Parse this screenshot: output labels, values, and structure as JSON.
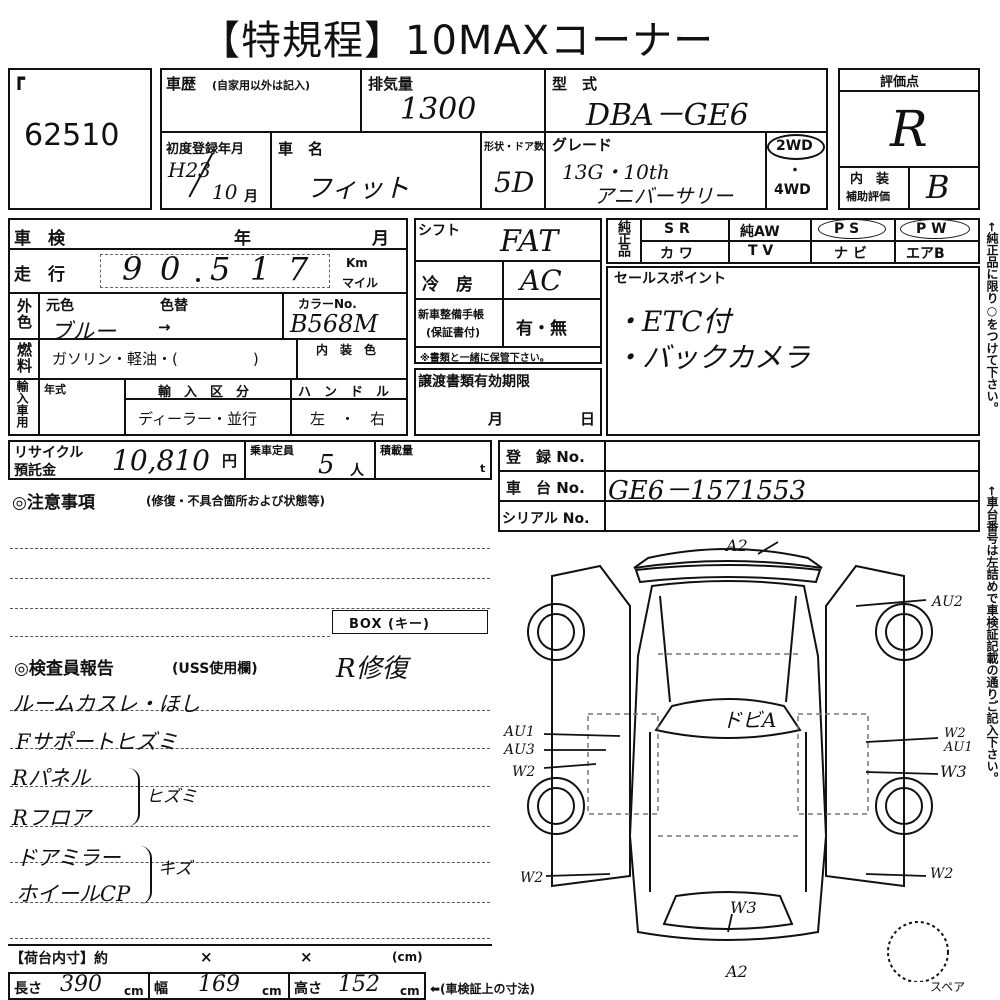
{
  "header": {
    "title": "【特規程】10MAXコーナー"
  },
  "lot": {
    "number": "62510",
    "corner_mark": "┏"
  },
  "history": {
    "label": "車歴",
    "note": "(自家用以外は記入)"
  },
  "displacement": {
    "label": "排気量",
    "value": "1300"
  },
  "model": {
    "label": "型　式",
    "value": "DBA－GE6"
  },
  "grade_score": {
    "label": "評価点",
    "value": "R",
    "interior_label": "内　装",
    "interior_sub": "補助評価",
    "interior_value": "B"
  },
  "first_reg": {
    "label": "初度登録年月",
    "era_year": "H23",
    "month": "10",
    "month_unit": "月"
  },
  "car_name": {
    "label": "車　名",
    "value": "フィット"
  },
  "doors": {
    "label": "形状・ドア数",
    "value": "5D"
  },
  "grade": {
    "label": "グレード",
    "line1": "13G・10th",
    "line2": "アニバーサリー"
  },
  "drive": {
    "opt1": "2WD",
    "dot": "・",
    "opt2": "4WD"
  },
  "inspection": {
    "label": "車　検",
    "year": "年",
    "month": "月"
  },
  "mileage": {
    "label": "走　行",
    "digits": [
      "9",
      "0",
      "5",
      "1",
      "7"
    ],
    "unit_km": "Km",
    "unit_mile": "マイル"
  },
  "color": {
    "side_label": "外色",
    "orig": "元色",
    "changed": "色替",
    "orig_value": "ブルー",
    "arrow": "→",
    "code_label": "カラーNo.",
    "code_value": "B568M"
  },
  "fuel": {
    "side_label": "燃料",
    "value": "ガソリン・軽油・(　　　　　)",
    "interior_label": "内　装　色"
  },
  "import": {
    "side_label": "輸入車用",
    "year_label": "年式",
    "kubun_label": "輸　入　区　分",
    "kubun_value": "ディーラー・並行",
    "handle_label": "ハ　ン　ド　ル",
    "handle_value": "左　・　右"
  },
  "shift": {
    "label": "シフト",
    "value": "FAT"
  },
  "ac": {
    "label": "冷　房",
    "value": "AC"
  },
  "manual": {
    "label": "新車整備手帳",
    "sub": "(保証書付)",
    "value": "有・無",
    "note": "※書類と一緒に保管下さい。"
  },
  "transfer": {
    "label": "譲渡書類有効期限",
    "month": "月",
    "day": "日"
  },
  "options": {
    "side_label": "純正品",
    "row1": [
      "S R",
      "純AW",
      "P S",
      "P W"
    ],
    "row2": [
      "カ ワ",
      "T V",
      "ナ ビ",
      "エアB"
    ]
  },
  "sales": {
    "label": "セールスポイント",
    "points": [
      "・ETC付",
      "・バックカメラ"
    ]
  },
  "recycle": {
    "label": "リサイクル",
    "label2": "預託金",
    "value": "10,810",
    "unit": "円"
  },
  "capacity": {
    "label": "乗車定員",
    "value": "5",
    "unit": "人"
  },
  "load": {
    "label": "積載量",
    "unit": "t"
  },
  "registration": {
    "reg_label": "登　録 No.",
    "chassis_label": "車　台 No.",
    "chassis_value": "GE6－1571553",
    "serial_label": "シリアル No."
  },
  "notes": {
    "label": "◎注意事項",
    "sub": "(修復・不具合箇所および状態等)",
    "box_label": "BOX (キー)"
  },
  "inspector": {
    "label": "◎検査員報告",
    "sub": "(USS使用欄)",
    "value": "R修復",
    "lines": [
      "ルームカスレ・ほし",
      "Fサポートヒズミ",
      "Rパネル",
      "Rフロア",
      "ドアミラー",
      "ホイールCP"
    ],
    "bracket1": "ヒズミ",
    "bracket2": "キズ"
  },
  "diagram": {
    "labels": {
      "front": "A2",
      "hood": "AU2",
      "roof": "ドビA",
      "left_front": "AU1",
      "left_mid": "AU3",
      "left_w": "W2",
      "left_rear": "W2",
      "right_top1": "W2",
      "right_top2": "AU1",
      "right_mid": "W3",
      "right_rear": "W2",
      "bottom": "W3",
      "rear": "A2",
      "spare": "スペア"
    }
  },
  "cargo": {
    "label": "【荷台内寸】約",
    "x1": "×",
    "x2": "×",
    "unit": "(cm)"
  },
  "dims": {
    "length_label": "長さ",
    "length": "390",
    "width_label": "幅",
    "width": "169",
    "height_label": "高さ",
    "height": "152",
    "unit": "cm",
    "note": "⬅(車検証上の寸法)"
  },
  "side_notes": {
    "right1": "←純正品に限り○をつけて下さい。",
    "right2": "←車台番号は左詰めで車検証記載の通りご記入下さい。"
  }
}
